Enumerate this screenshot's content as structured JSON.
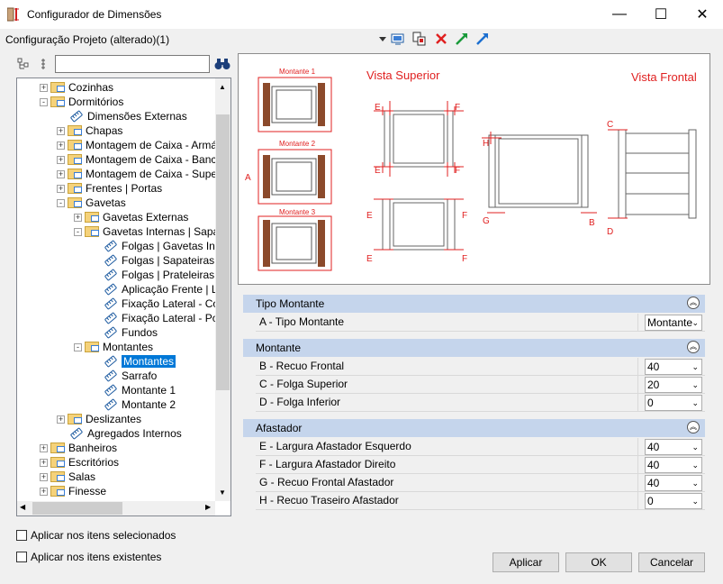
{
  "window": {
    "title": "Configurador de Dimensões",
    "minimize": "—",
    "maximize": "☐",
    "close": "✕"
  },
  "config_label": "Configuração Projeto (alterado)(1)",
  "tree": [
    {
      "label": "Cozinhas",
      "level": 1,
      "type": "folder",
      "exp": "+"
    },
    {
      "label": "Dormitórios",
      "level": 1,
      "type": "folder",
      "exp": "-"
    },
    {
      "label": "Dimensões Externas",
      "level": 2,
      "type": "leaf"
    },
    {
      "label": "Chapas",
      "level": 2,
      "type": "folder",
      "exp": "+"
    },
    {
      "label": "Montagem de Caixa - Armário",
      "level": 2,
      "type": "folder",
      "exp": "+"
    },
    {
      "label": "Montagem de Caixa - Bancad",
      "level": 2,
      "type": "folder",
      "exp": "+"
    },
    {
      "label": "Montagem de Caixa - Superio",
      "level": 2,
      "type": "folder",
      "exp": "+"
    },
    {
      "label": "Frentes | Portas",
      "level": 2,
      "type": "folder",
      "exp": "+"
    },
    {
      "label": "Gavetas",
      "level": 2,
      "type": "folder",
      "exp": "-"
    },
    {
      "label": "Gavetas Externas",
      "level": 3,
      "type": "folder",
      "exp": "+"
    },
    {
      "label": "Gavetas Internas | Sapate",
      "level": 3,
      "type": "folder",
      "exp": "-"
    },
    {
      "label": "Folgas | Gavetas Inte",
      "level": 4,
      "type": "leaf"
    },
    {
      "label": "Folgas | Sapateiras",
      "level": 4,
      "type": "leaf"
    },
    {
      "label": "Folgas | Prateleiras Co",
      "level": 4,
      "type": "leaf"
    },
    {
      "label": "Aplicação Frente | La",
      "level": 4,
      "type": "leaf"
    },
    {
      "label": "Fixação Lateral - Corr",
      "level": 4,
      "type": "leaf"
    },
    {
      "label": "Fixação Lateral - Post",
      "level": 4,
      "type": "leaf"
    },
    {
      "label": "Fundos",
      "level": 4,
      "type": "leaf"
    },
    {
      "label": "Montantes",
      "level": 3,
      "type": "folder",
      "exp": "-"
    },
    {
      "label": "Montantes",
      "level": 4,
      "type": "leaf",
      "selected": true
    },
    {
      "label": "Sarrafo",
      "level": 4,
      "type": "leaf"
    },
    {
      "label": "Montante 1",
      "level": 4,
      "type": "leaf"
    },
    {
      "label": "Montante 2",
      "level": 4,
      "type": "leaf"
    },
    {
      "label": "Deslizantes",
      "level": 2,
      "type": "folder",
      "exp": "+"
    },
    {
      "label": "Agregados Internos",
      "level": 2,
      "type": "leaf"
    },
    {
      "label": "Banheiros",
      "level": 1,
      "type": "folder",
      "exp": "+"
    },
    {
      "label": "Escritórios",
      "level": 1,
      "type": "folder",
      "exp": "+"
    },
    {
      "label": "Salas",
      "level": 1,
      "type": "folder",
      "exp": "+"
    },
    {
      "label": "Finesse",
      "level": 1,
      "type": "folder",
      "exp": "+"
    }
  ],
  "preview": {
    "vista_superior": "Vista Superior",
    "vista_frontal": "Vista Frontal",
    "montante1": "Montante 1",
    "montante2": "Montante 2",
    "montante3": "Montante 3",
    "letters": {
      "A": "A",
      "B": "B",
      "C": "C",
      "D": "D",
      "E": "E",
      "F": "F",
      "G": "G",
      "H": "H"
    }
  },
  "categories": [
    {
      "title": "Tipo Montante",
      "props": [
        {
          "label": "A - Tipo Montante",
          "value": "Montante"
        }
      ]
    },
    {
      "title": "Montante",
      "props": [
        {
          "label": "B - Recuo Frontal",
          "value": "40"
        },
        {
          "label": "C - Folga Superior",
          "value": "20"
        },
        {
          "label": "D - Folga Inferior",
          "value": "0"
        }
      ]
    },
    {
      "title": "Afastador",
      "props": [
        {
          "label": "E - Largura Afastador Esquerdo",
          "value": "40"
        },
        {
          "label": "F - Largura Afastador Direito",
          "value": "40"
        },
        {
          "label": "G - Recuo Frontal Afastador",
          "value": "40"
        },
        {
          "label": "H - Recuo Traseiro Afastador",
          "value": "0"
        }
      ]
    }
  ],
  "checkboxes": {
    "selected": "Aplicar nos itens selecionados",
    "existing": "Aplicar nos itens existentes"
  },
  "buttons": {
    "apply": "Aplicar",
    "ok": "OK",
    "cancel": "Cancelar"
  },
  "colors": {
    "accent": "#0078d7",
    "category": "#c5d5ec",
    "drawing_red": "#e02020",
    "wood": "#8b4a2b"
  }
}
